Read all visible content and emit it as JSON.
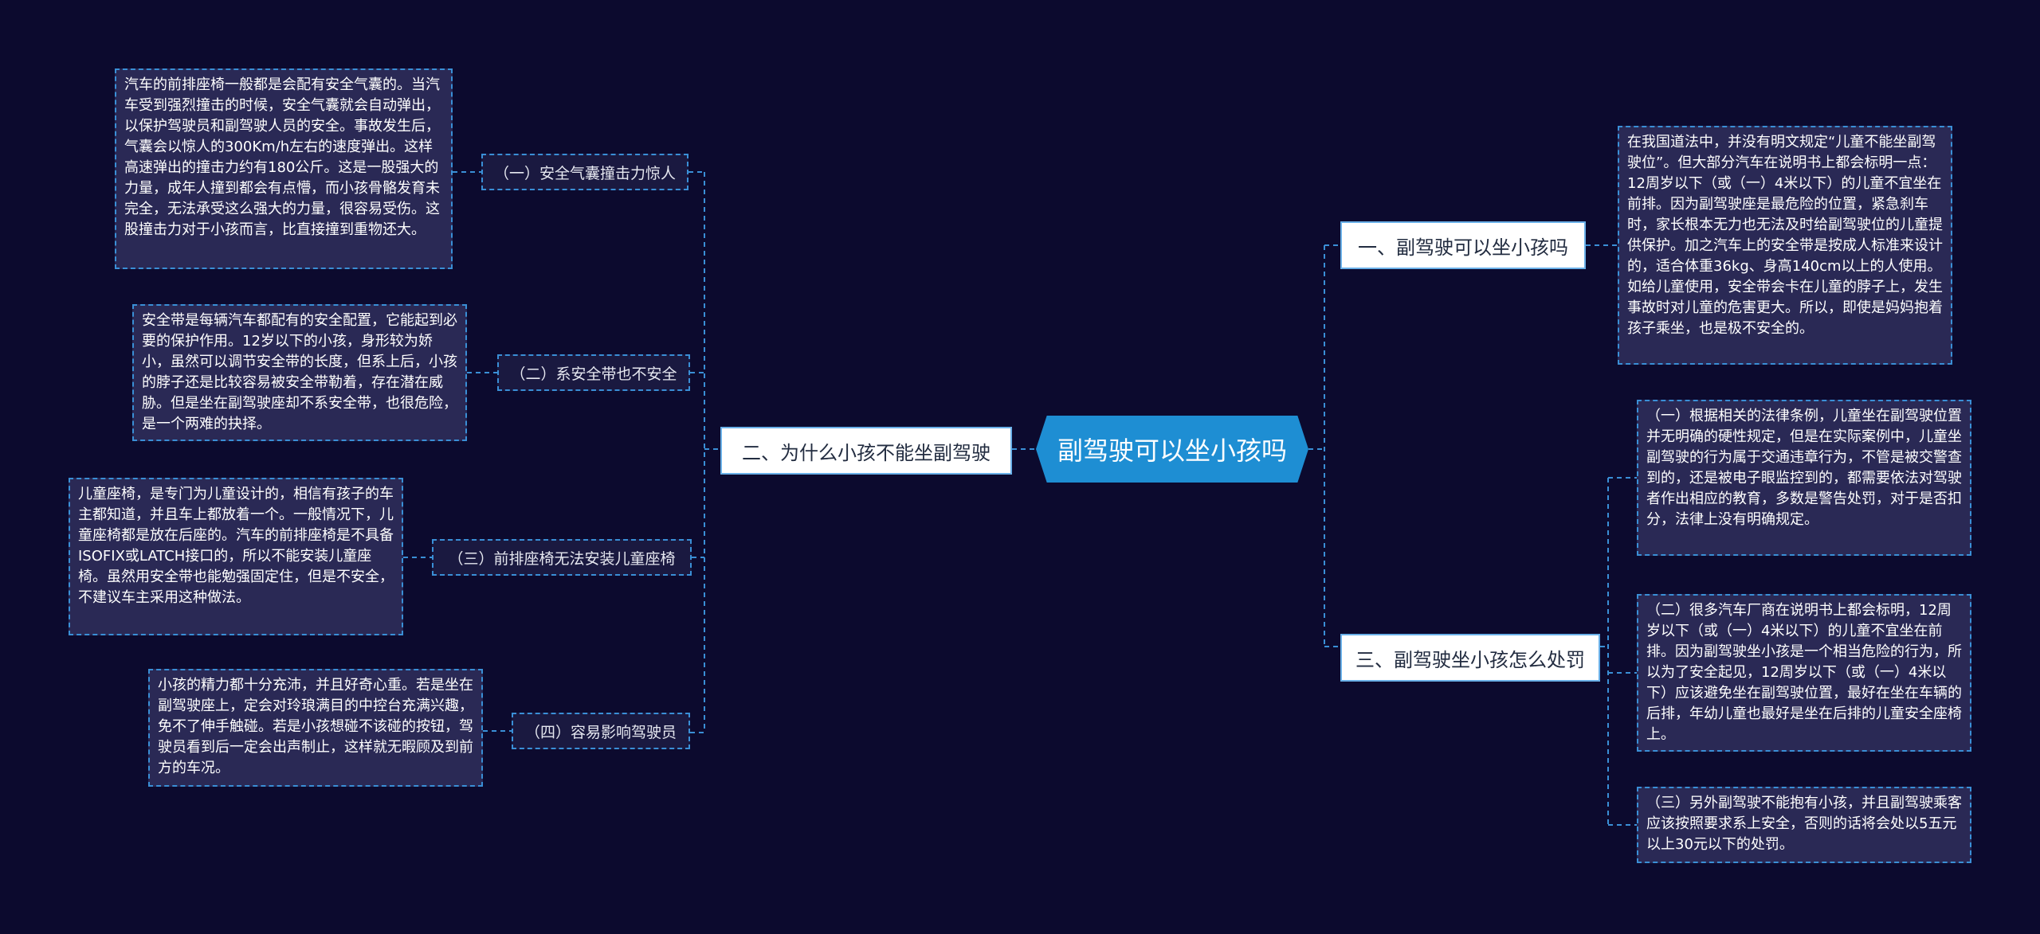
{
  "root": {
    "label": "副驾驶可以坐小孩吗"
  },
  "branches": {
    "one": {
      "label": "一、副驾驶可以坐小孩吗"
    },
    "two": {
      "label": "二、为什么小孩不能坐副驾驶"
    },
    "three": {
      "label": "三、副驾驶坐小孩怎么处罚"
    }
  },
  "branch_one_leaf": "在我国道法中，并没有明文规定“儿童不能坐副驾驶位”。但大部分汽车在说明书上都会标明一点：12周岁以下（或（一）4米以下）的儿童不宜坐在前排。因为副驾驶座是最危险的位置，紧急刹车时，家长根本无力也无法及时给副驾驶位的儿童提供保护。加之汽车上的安全带是按成人标准来设计的，适合体重36kg、身高140cm以上的人使用。如给儿童使用，安全带会卡在儿童的脖子上，发生事故时对儿童的危害更大。所以，即使是妈妈抱着孩子乘坐，也是极不安全的。",
  "branch_two_subs": [
    {
      "label": "（一）安全气囊撞击力惊人",
      "text": "汽车的前排座椅一般都是会配有安全气囊的。当汽车受到强烈撞击的时候，安全气囊就会自动弹出，以保护驾驶员和副驾驶人员的安全。事故发生后，气囊会以惊人的300Km/h左右的速度弹出。这样高速弹出的撞击力约有180公斤。这是一股强大的力量，成年人撞到都会有点懵，而小孩骨骼发育未完全，无法承受这么强大的力量，很容易受伤。这股撞击力对于小孩而言，比直接撞到重物还大。"
    },
    {
      "label": "（二）系安全带也不安全",
      "text": "安全带是每辆汽车都配有的安全配置，它能起到必要的保护作用。12岁以下的小孩，身形较为娇小，虽然可以调节安全带的长度，但系上后，小孩的脖子还是比较容易被安全带勒着，存在潜在威胁。但是坐在副驾驶座却不系安全带，也很危险，是一个两难的抉择。"
    },
    {
      "label": "（三）前排座椅无法安装儿童座椅",
      "text": "儿童座椅，是专门为儿童设计的，相信有孩子的车主都知道，并且车上都放着一个。一般情况下，儿童座椅都是放在后座的。汽车的前排座椅是不具备ISOFIX或LATCH接口的，所以不能安装儿童座椅。虽然用安全带也能勉强固定住，但是不安全，不建议车主采用这种做法。"
    },
    {
      "label": "（四）容易影响驾驶员",
      "text": "小孩的精力都十分充沛，并且好奇心重。若是坐在副驾驶座上，定会对玲琅满目的中控台充满兴趣，免不了伸手触碰。若是小孩想碰不该碰的按钮，驾驶员看到后一定会出声制止，这样就无暇顾及到前方的车况。"
    }
  ],
  "branch_three_leaves": [
    "（一）根据相关的法律条例，儿童坐在副驾驶位置并无明确的硬性规定，但是在实际案例中，儿童坐副驾驶的行为属于交通违章行为，不管是被交警查到的，还是被电子眼监控到的，都需要依法对驾驶者作出相应的教育，多数是警告处罚，对于是否扣分，法律上没有明确规定。",
    "（二）很多汽车厂商在说明书上都会标明，12周岁以下（或（一）4米以下）的儿童不宜坐在前排。因为副驾驶坐小孩是一个相当危险的行为，所以为了安全起见，12周岁以下（或（一）4米以下）应该避免坐在副驾驶位置，最好在坐在车辆的后排，年幼儿童也最好是坐在后排的儿童安全座椅上。",
    "（三）另外副驾驶不能抱有小孩，并且副驾驶乘客应该按照要求系上安全，否则的话将会处以5五元以上30元以下的处罚。"
  ],
  "colors": {
    "background": "#0c0a2e",
    "root": "#1e8ed3",
    "connector": "#3a8fd6",
    "leaf_fill": "#2a2955"
  }
}
